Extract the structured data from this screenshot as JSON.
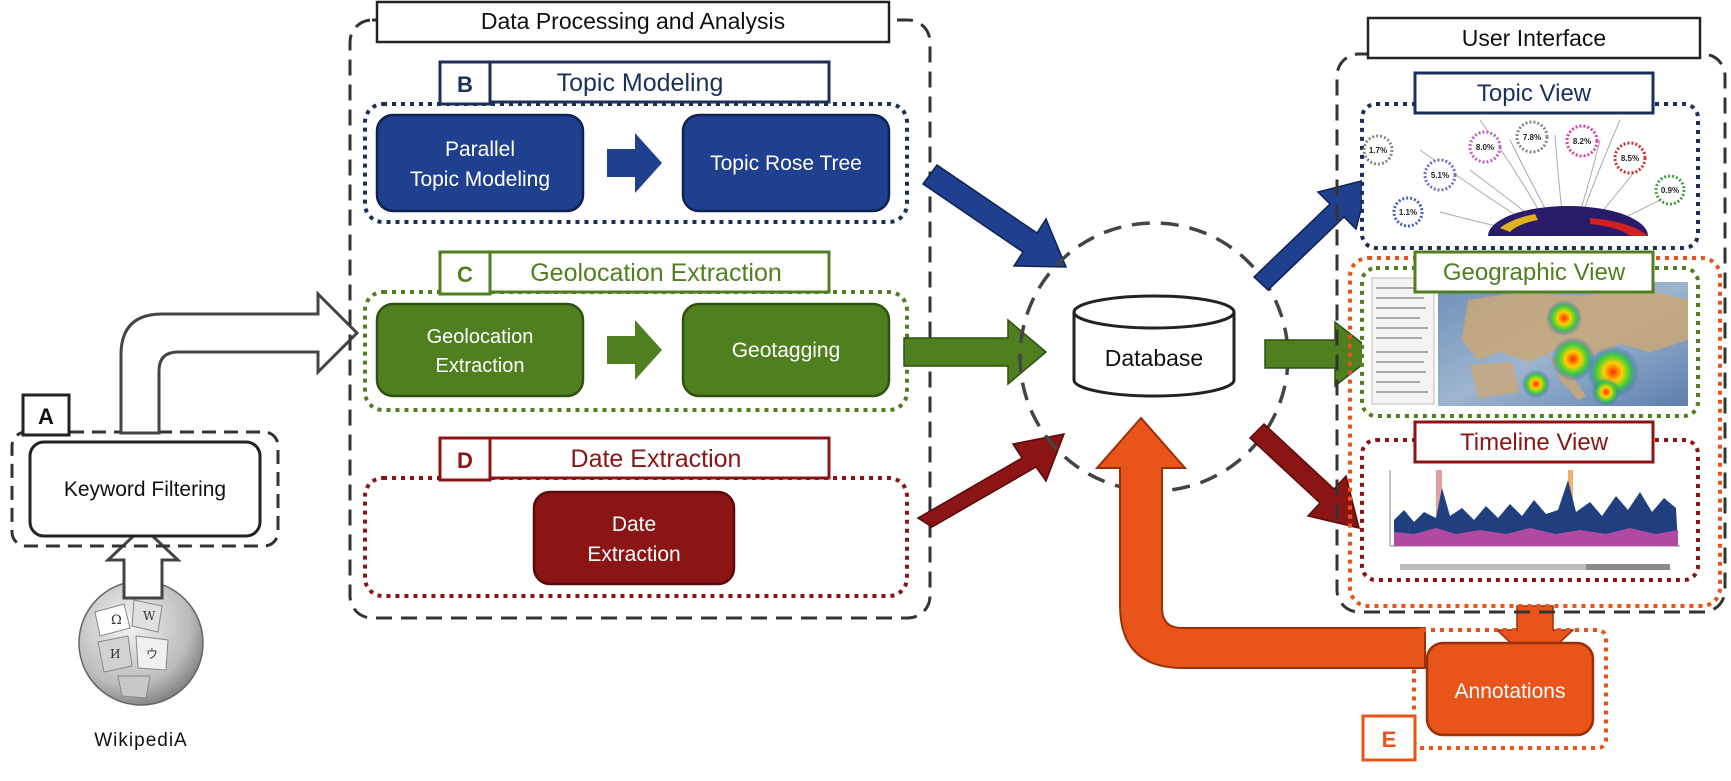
{
  "source": {
    "name": "WikipediA"
  },
  "stage_a": {
    "letter": "A",
    "box_label": "Keyword Filtering"
  },
  "processing": {
    "title": "Data Processing and Analysis",
    "topic_modeling": {
      "letter": "B",
      "title": "Topic Modeling",
      "step1": [
        "Parallel",
        "Topic Modeling"
      ],
      "step2": "Topic Rose Tree",
      "color": "#1f3f8f"
    },
    "geolocation": {
      "letter": "C",
      "title": "Geolocation Extraction",
      "step1": [
        "Geolocation",
        "Extraction"
      ],
      "step2": "Geotagging",
      "color": "#4f7f1f"
    },
    "date": {
      "letter": "D",
      "title": "Date Extraction",
      "step1": [
        "Date",
        "Extraction"
      ],
      "color": "#8b1414"
    }
  },
  "database": {
    "label": "Database"
  },
  "user_interface": {
    "title": "User Interface",
    "topic_view": {
      "title": "Topic View",
      "bubbles": [
        "1.7%",
        "5.1%",
        "8.0%",
        "7.8%",
        "8.2%",
        "8.5%",
        "0.9%",
        "1.1%"
      ]
    },
    "geographic_view": {
      "title": "Geographic View"
    },
    "timeline_view": {
      "title": "Timeline View"
    }
  },
  "annotations": {
    "letter": "E",
    "label": "Annotations",
    "color": "#e8541a"
  }
}
